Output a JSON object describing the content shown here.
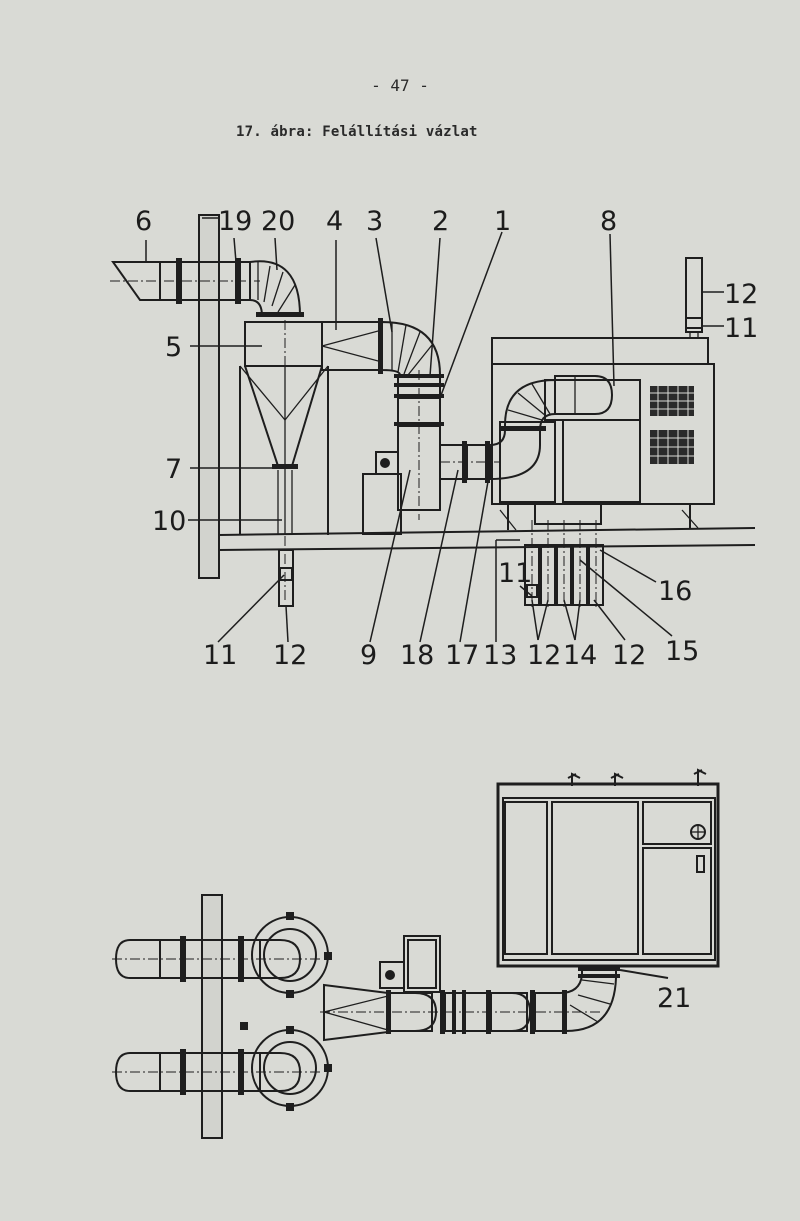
{
  "page": {
    "number": "- 47 -"
  },
  "figure": {
    "caption": "17. ábra: Felállítási vázlat"
  },
  "labels": {
    "l6": "6",
    "l19": "19",
    "l20": "20",
    "l4": "4",
    "l3": "3",
    "l2": "2",
    "l1": "1",
    "l8": "8",
    "l12_top": "12",
    "l11_top": "11",
    "l5": "5",
    "l7": "7",
    "l10": "10",
    "l11_under": "11",
    "l16": "16",
    "b11": "11",
    "b12a": "12",
    "b9": "9",
    "b18": "18",
    "b17": "17",
    "b13": "13",
    "b12b": "12",
    "b14": "14",
    "b12c": "12",
    "b15": "15",
    "l21": "21"
  },
  "colors": {
    "paper": "#d9dad5",
    "ink": "#1e1e1e"
  }
}
